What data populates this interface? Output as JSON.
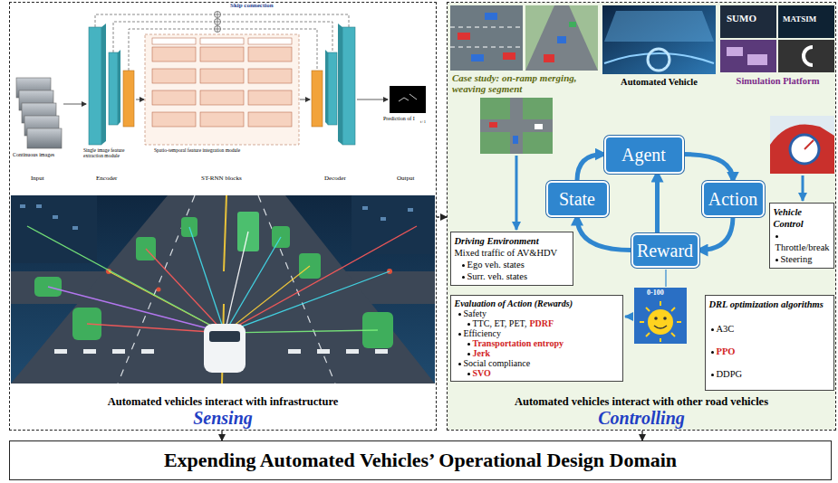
{
  "diagram": {
    "nodes": [
      {
        "text": [
          "Automated vehicles interact with infrastructure",
          "Sensing"
        ]
      },
      {
        "text": [
          "Automated vehicles interact with other road vehicles",
          "Controlling"
        ]
      },
      {
        "text": [
          "Agent"
        ],
        "in": 1
      },
      {
        "text": [
          "State"
        ],
        "in": 1
      },
      {
        "text": [
          "Action"
        ],
        "in": 1
      },
      {
        "text": [
          "Driving Environment",
          "Mixed traffic of AV&HDV",
          "Ego veh. states",
          "Surr. veh. states"
        ],
        "in": 1
      },
      {
        "text": [
          "Vehicle Control",
          "Throttle/break",
          "Steering"
        ],
        "in": 1
      },
      {
        "text": [
          "Reward"
        ],
        "in": 1
      },
      {
        "text": [
          "Evaluation of Action (Rewards)",
          "Safety",
          "TTC, ET, PET,",
          "PDRF",
          "Efficiency",
          "Transportation entropy",
          "Jerk",
          "Social compliance",
          "SVO"
        ],
        "in": 1
      },
      {
        "text": [
          "DRL optimization algorithms",
          "A3C",
          "PPO",
          "DDPG"
        ],
        "in": 1
      },
      {
        "text": [
          "Expending Automated Vehicles’ Operational Design Domain"
        ]
      }
    ],
    "edges": [
      {
        "from": 3,
        "to": 2,
        "arrow": "to"
      },
      {
        "from": 2,
        "to": 4,
        "arrow": "to"
      },
      {
        "from": 4,
        "to": 7,
        "arrow": "to"
      },
      {
        "from": 7,
        "to": 3,
        "arrow": "to"
      },
      {
        "from": 7,
        "to": 2,
        "arrow": "to"
      },
      {
        "from": 0,
        "to": 1,
        "arrow": "to"
      },
      {
        "from": 0,
        "to": 10,
        "arrow": "to"
      },
      {
        "from": 1,
        "to": 10,
        "arrow": "to"
      }
    ],
    "labels": [
      "Skip connection",
      "Continuous images",
      "Input",
      "Encoder",
      "Single image feature extraction module",
      "Spatio-temporal feature integration module",
      "ST-RNN blocks",
      "Decoder",
      "Output",
      "Prediction of I",
      "t+1",
      "Case study: on-ramp merging, weaving segment",
      "Automated Vehicle",
      "Simulation Platform",
      "SUMO",
      "MATSIM",
      "0-100"
    ]
  }
}
